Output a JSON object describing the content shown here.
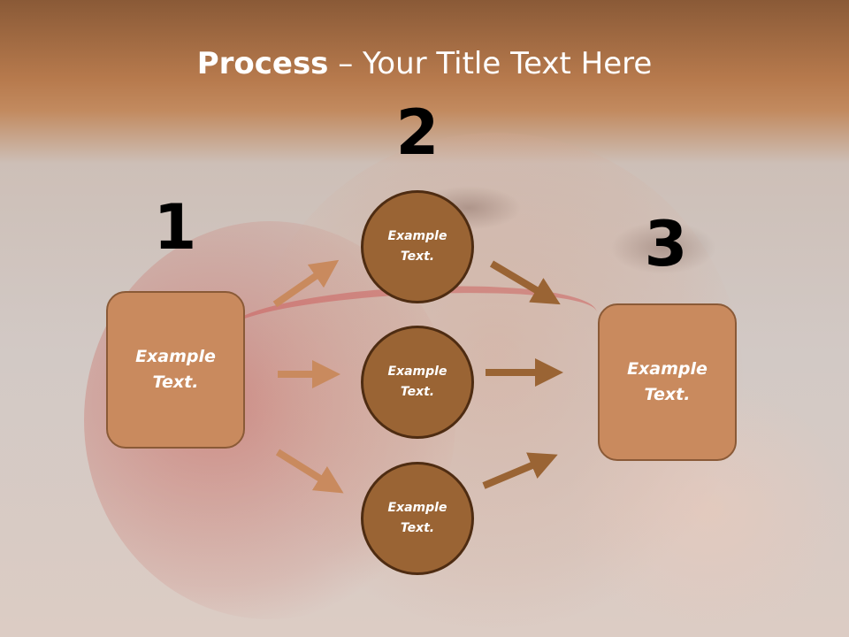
{
  "title": {
    "bold_part": "Process",
    "rest": " – Your Title Text Here"
  },
  "steps": {
    "step1": {
      "number": "1",
      "text": "Example\nText."
    },
    "step2": {
      "number": "2",
      "items": [
        {
          "text": "Example\nText."
        },
        {
          "text": "Example\nText."
        },
        {
          "text": "Example\nText."
        }
      ]
    },
    "step3": {
      "number": "3",
      "text": "Example\nText."
    }
  },
  "colors": {
    "title_text": "#ffffff",
    "box_fill": "#c98a5e",
    "box_border": "#8a5a37",
    "circle_fill": "#9a6434",
    "circle_border": "#4e2c12",
    "arrow_light": "#c98a5e",
    "arrow_dark": "#9a6434",
    "number_text": "#000000"
  }
}
